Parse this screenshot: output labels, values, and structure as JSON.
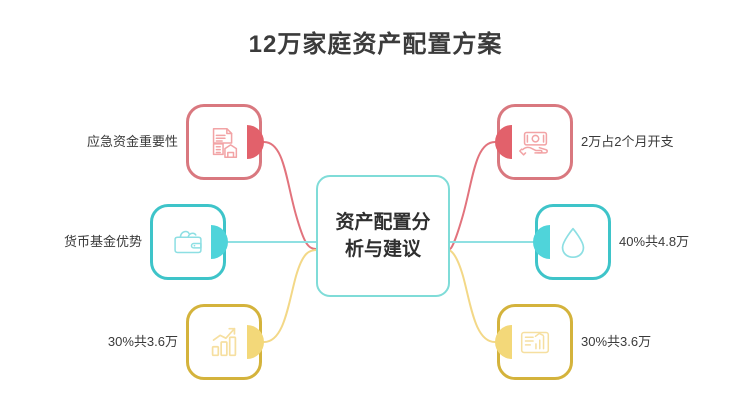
{
  "title": "12万家庭资产配置方案",
  "center": {
    "label": "资产配置分析与建议",
    "border_color": "#7fdcd8"
  },
  "colors": {
    "red": "#d9787f",
    "red_fill": "#e2616b",
    "red_icon": "#f2a3a5",
    "teal": "#3ec4c9",
    "teal_fill": "#4fd4da",
    "teal_icon": "#8ddfe3",
    "gold": "#d4b33c",
    "gold_fill": "#f3d879",
    "gold_icon": "#f6dfa0",
    "link_red": "#e2737d",
    "link_teal": "#8fe0e2",
    "link_gold": "#f3d887",
    "title_color": "#3b3b3b",
    "label_color": "#3a3a3a"
  },
  "nodes": [
    {
      "id": "node-0",
      "label": "应急资金重要性",
      "label_side": "left",
      "icon": "document-contract-icon",
      "color_key": "red",
      "nub_side": "right"
    },
    {
      "id": "node-1",
      "label": "2万占2个月开支",
      "label_side": "right",
      "icon": "cash-in-hand-icon",
      "color_key": "red",
      "nub_side": "left"
    },
    {
      "id": "node-2",
      "label": "货币基金优势",
      "label_side": "left",
      "icon": "wallet-icon",
      "color_key": "teal",
      "nub_side": "right"
    },
    {
      "id": "node-3",
      "label": "40%共4.8万",
      "label_side": "right",
      "icon": "water-drop-icon",
      "color_key": "teal",
      "nub_side": "left"
    },
    {
      "id": "node-4",
      "label": "30%共3.6万",
      "label_side": "left",
      "icon": "growth-chart-icon",
      "color_key": "gold",
      "nub_side": "right"
    },
    {
      "id": "node-5",
      "label": "30%共3.6万",
      "label_side": "right",
      "icon": "report-card-icon",
      "color_key": "gold",
      "nub_side": "left"
    }
  ]
}
